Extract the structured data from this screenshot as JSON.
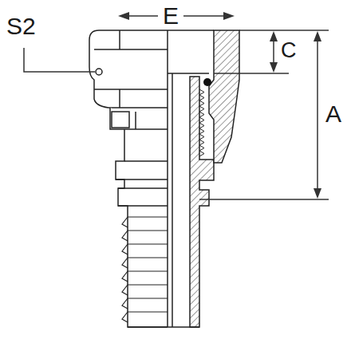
{
  "diagram": {
    "labels": [
      "S2",
      "E",
      "C",
      "A"
    ]
  }
}
